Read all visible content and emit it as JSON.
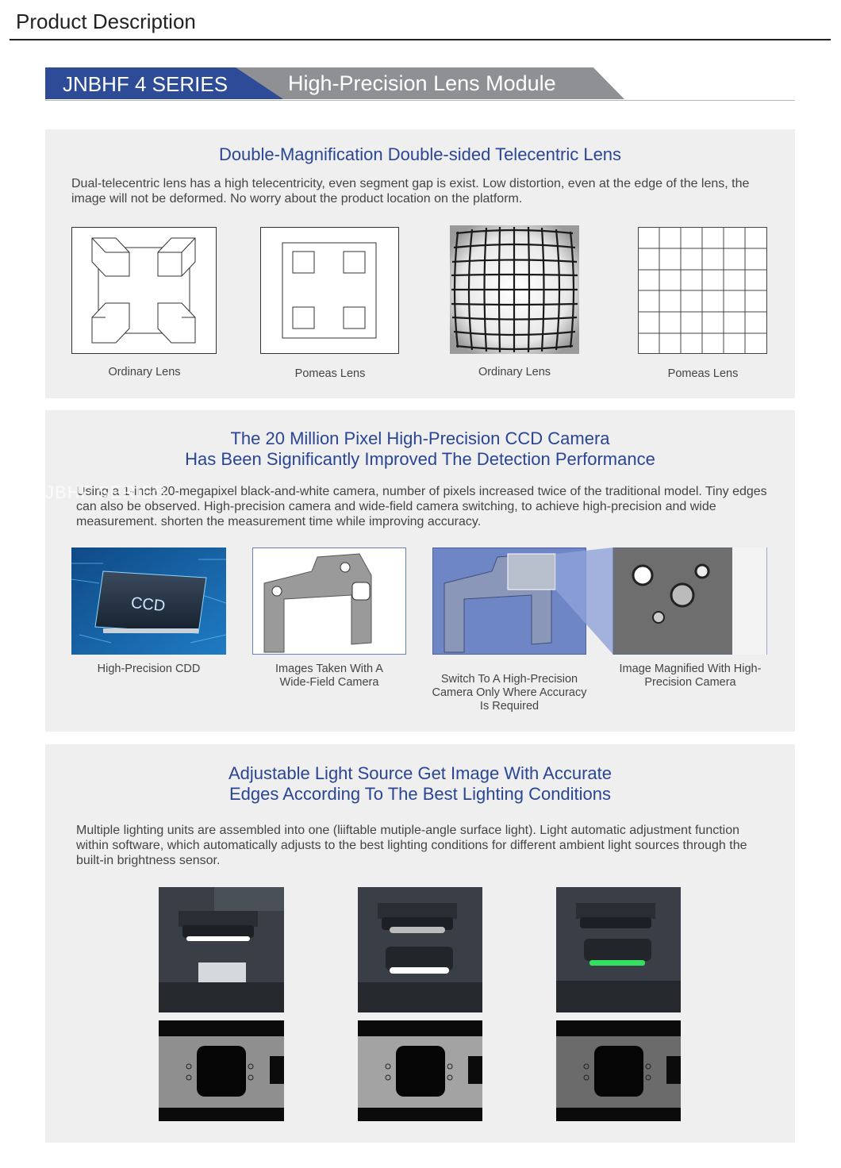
{
  "header": {
    "title": "Product Description"
  },
  "banner": {
    "series": "JNBHF 4 SERIES",
    "module": "High-Precision Lens Module"
  },
  "section1": {
    "title": "Double-Magnification Double-sided Telecentric Lens",
    "body": "Dual-telecentric lens has a high telecentricity, even segment gap is exist. Low distortion, even at the edge of the lens, the image will not be deformed. No worry about the product location on the platform.",
    "captions": [
      "Ordinary Lens",
      "Pomeas Lens",
      "Ordinary Lens",
      "Pomeas Lens"
    ]
  },
  "section2": {
    "title_line1": "The 20 Million Pixel High-Precision CCD Camera",
    "title_line2": "Has Been Significantly Improved The Detection Performance",
    "body": "Using a 1-inch 20-megapixel black-and-white camera, number of pixels increased twice of the traditional model. Tiny edges can also be observed. High-precision camera and wide-field camera switching, to achieve high-precision and wide measurement. shorten the measurement time while improving accuracy.",
    "watermark": "JBHF SERIES",
    "chip_label": "CCD",
    "captions": [
      "High-Precision CDD",
      "Images Taken With A Wide-Field Camera",
      "Switch To A High-Precision Camera Only Where Accuracy Is Required",
      "Image Magnified With High-Precision Camera"
    ]
  },
  "section3": {
    "title_line1": "Adjustable Light Source Get Image With Accurate",
    "title_line2": "Edges According To The Best Lighting Conditions",
    "body": "Multiple lighting units are assembled into one (liiftable mutiple-angle surface light). Light automatic adjustment function within software, which automatically adjusts to the best lighting conditions for different ambient light sources through the built-in brightness sensor.",
    "light_colors": [
      "#ffffff",
      "#ffffff",
      "#35e060"
    ]
  }
}
